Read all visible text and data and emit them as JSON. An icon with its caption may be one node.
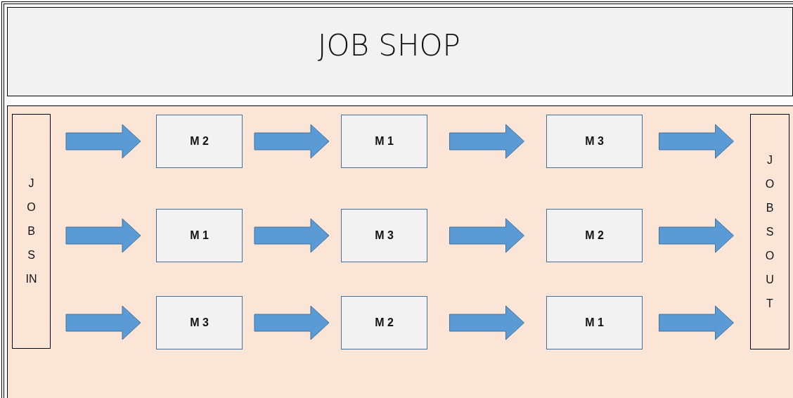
{
  "diagram": {
    "title": "JOB SHOP",
    "nodes": [
      {
        "text": [
          "JOBS IN"
        ]
      },
      {
        "text": [
          "M 2"
        ]
      },
      {
        "text": [
          "M 1"
        ]
      },
      {
        "text": [
          "M 3"
        ]
      },
      {
        "text": [
          "M 1"
        ]
      },
      {
        "text": [
          "M 3"
        ]
      },
      {
        "text": [
          "M 2"
        ]
      },
      {
        "text": [
          "M 3"
        ]
      },
      {
        "text": [
          "M 2"
        ]
      },
      {
        "text": [
          "M 1"
        ]
      },
      {
        "text": [
          "JOBS OUT"
        ]
      }
    ],
    "edges": [
      {
        "from": 0,
        "to": 1,
        "arrow": "to"
      },
      {
        "from": 1,
        "to": 2,
        "arrow": "to"
      },
      {
        "from": 2,
        "to": 3,
        "arrow": "to"
      },
      {
        "from": 3,
        "to": 10,
        "arrow": "to"
      },
      {
        "from": 0,
        "to": 4,
        "arrow": "to"
      },
      {
        "from": 4,
        "to": 5,
        "arrow": "to"
      },
      {
        "from": 5,
        "to": 6,
        "arrow": "to"
      },
      {
        "from": 6,
        "to": 10,
        "arrow": "to"
      },
      {
        "from": 0,
        "to": 7,
        "arrow": "to"
      },
      {
        "from": 7,
        "to": 8,
        "arrow": "to"
      },
      {
        "from": 8,
        "to": 9,
        "arrow": "to"
      },
      {
        "from": 9,
        "to": 10,
        "arrow": "to"
      }
    ]
  }
}
